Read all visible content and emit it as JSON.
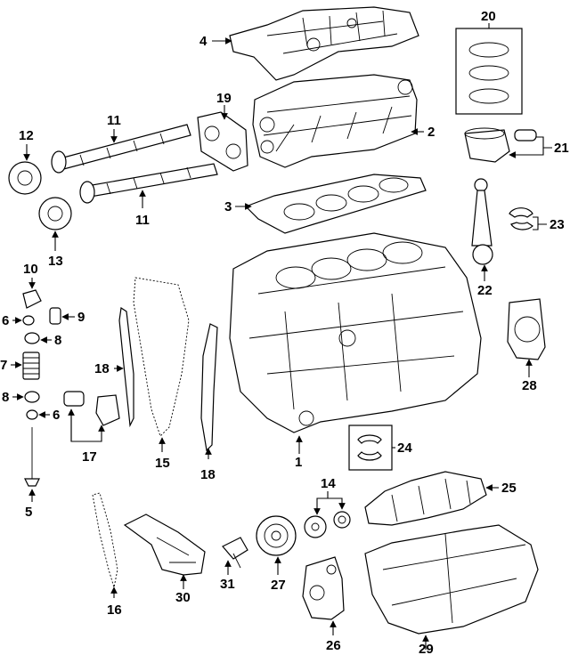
{
  "callouts": {
    "c1": "1",
    "c2": "2",
    "c3": "3",
    "c4": "4",
    "c5": "5",
    "c6a": "6",
    "c6b": "6",
    "c7": "7",
    "c8a": "8",
    "c8b": "8",
    "c9": "9",
    "c10": "10",
    "c11a": "11",
    "c11b": "11",
    "c12": "12",
    "c13": "13",
    "c14": "14",
    "c15": "15",
    "c16": "16",
    "c17": "17",
    "c18a": "18",
    "c18b": "18",
    "c19": "19",
    "c20": "20",
    "c21": "21",
    "c22": "22",
    "c23": "23",
    "c24": "24",
    "c25": "25",
    "c26": "26",
    "c27": "27",
    "c28": "28",
    "c29": "29",
    "c30": "30",
    "c31": "31"
  },
  "arrow_color": "#000000"
}
